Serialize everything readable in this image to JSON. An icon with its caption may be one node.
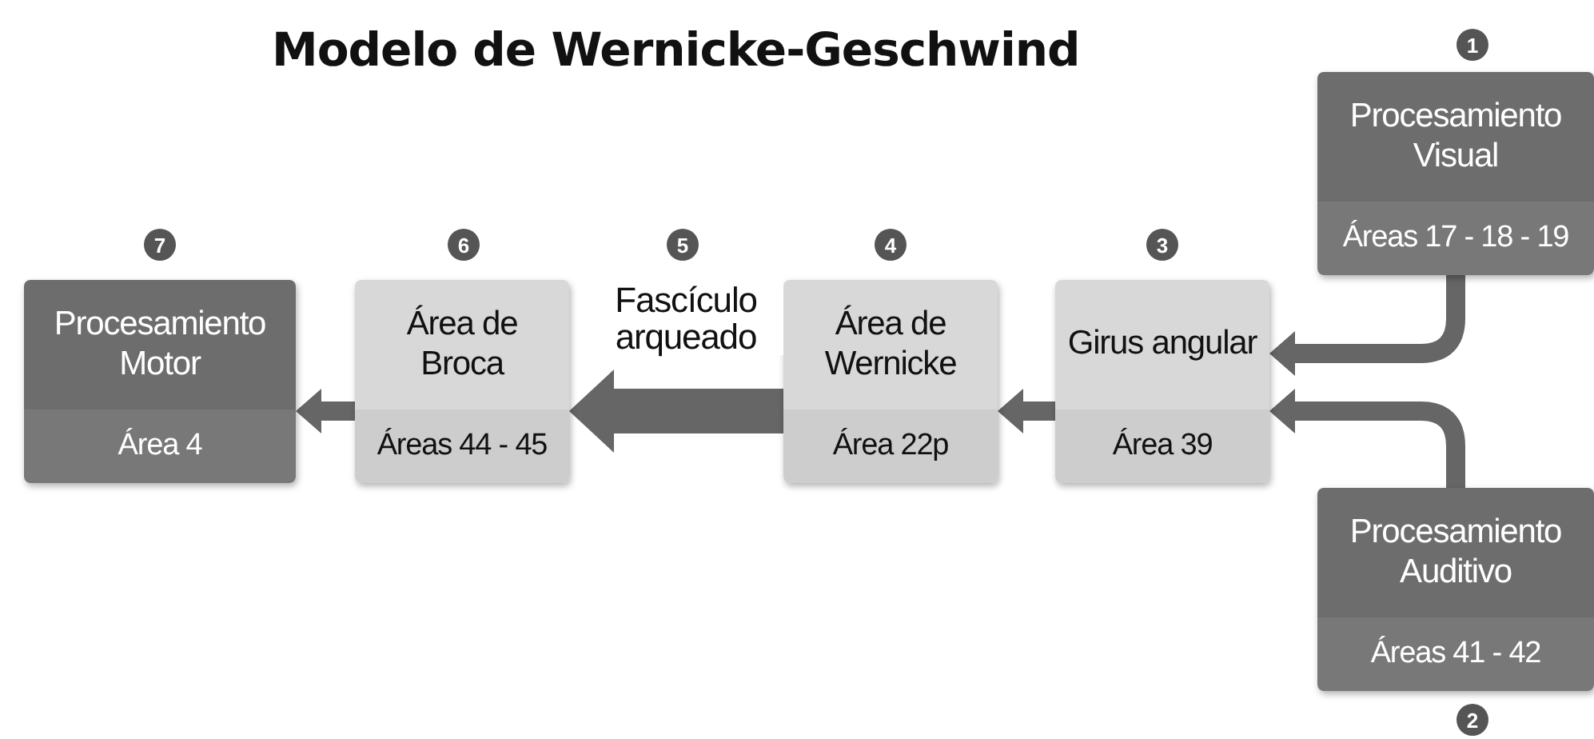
{
  "diagram": {
    "title": "Modelo de Wernicke-Geschwind",
    "nodes": [
      {
        "text": [
          "Procesamiento Visual",
          "Áreas 17 - 18 - 19"
        ],
        "beside": [
          "1"
        ]
      },
      {
        "text": [
          "Procesamiento Motor",
          "Área 4"
        ],
        "beside": [
          "7"
        ]
      },
      {
        "text": [
          "Área de Broca",
          "Áreas 44 - 45"
        ],
        "beside": [
          "6"
        ]
      },
      {
        "text": [
          "Área de Wernicke",
          "Área 22p"
        ],
        "beside": [
          "4"
        ]
      },
      {
        "text": [
          "Girus angular",
          "Área 39"
        ],
        "beside": [
          "3"
        ]
      },
      {
        "text": [
          "Procesamiento Auditivo",
          "Áreas 41 - 42"
        ],
        "beside": [
          "2"
        ]
      }
    ],
    "edges": [
      {
        "from": 0,
        "to": 4,
        "arrow": "to"
      },
      {
        "from": 5,
        "to": 4,
        "arrow": "to"
      },
      {
        "from": 4,
        "to": 3,
        "arrow": "to"
      },
      {
        "from": 3,
        "to": 2,
        "arrow": "to",
        "label": "Fascículo arqueado",
        "style": "thick"
      },
      {
        "from": 2,
        "to": 1,
        "arrow": "to"
      }
    ],
    "labels": [
      "5"
    ]
  }
}
